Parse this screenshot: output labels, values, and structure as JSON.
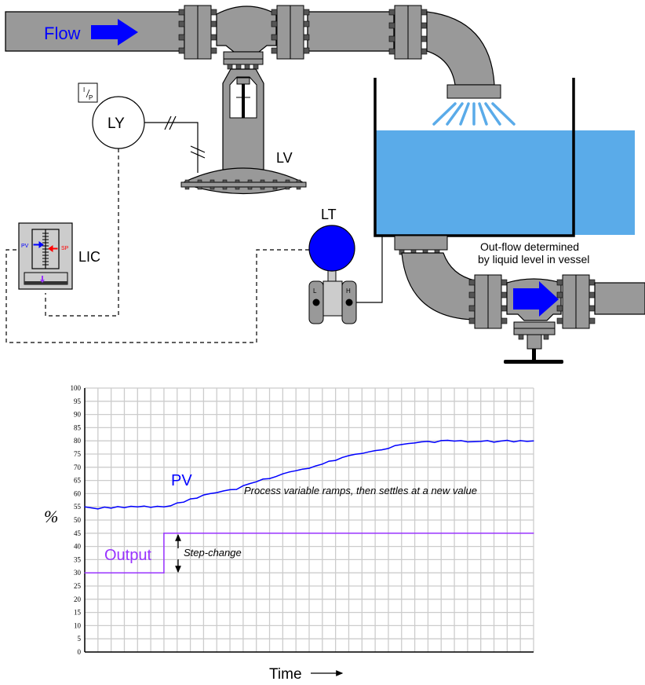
{
  "diagram": {
    "inflow_label": "Flow",
    "ip_converter_label": "I/P",
    "ip_converter_top": "I",
    "ip_converter_bottom": "P",
    "transducer_tag": "LY",
    "valve_tag": "LV",
    "transmitter_tag": "LT",
    "controller_tag": "LIC",
    "controller_pv_label": "PV",
    "controller_sp_label": "SP",
    "transmitter_low_port": "L",
    "transmitter_high_port": "H",
    "outflow_note_line1": "Out-flow determined",
    "outflow_note_line2": "by liquid level in vessel",
    "colors": {
      "pipe": "#999999",
      "liquid": "#5aabe9",
      "flow_arrow": "#0000ff",
      "transmitter": "#0000ff",
      "pv": "#0000ff",
      "sp": "#ff0000",
      "output": "#9933ff"
    }
  },
  "chart_data": {
    "type": "line",
    "title": "",
    "xlabel": "Time",
    "ylabel": "%",
    "xlim": [
      0,
      34
    ],
    "ylim": [
      0,
      100
    ],
    "yticks": [
      0,
      5,
      10,
      15,
      20,
      25,
      30,
      35,
      40,
      45,
      50,
      55,
      60,
      65,
      70,
      75,
      80,
      85,
      90,
      95,
      100
    ],
    "grid": true,
    "series": [
      {
        "name": "PV",
        "color": "#0000ff",
        "x": [
          0,
          0.5,
          1,
          1.5,
          2,
          2.5,
          3,
          3.5,
          4,
          4.5,
          5,
          5.5,
          6,
          6.5,
          7,
          7.5,
          8,
          8.5,
          9,
          9.5,
          10,
          10.5,
          11,
          11.5,
          12,
          12.5,
          13,
          13.5,
          14,
          14.5,
          15,
          15.5,
          16,
          16.5,
          17,
          17.5,
          18,
          18.5,
          19,
          19.5,
          20,
          20.5,
          21,
          21.5,
          22,
          22.5,
          23,
          23.5,
          24,
          24.5,
          25,
          25.5,
          26,
          26.5,
          27,
          27.5,
          28,
          28.5,
          29,
          29.5,
          30,
          30.5,
          31,
          31.5,
          32,
          32.5,
          33,
          33.5,
          34
        ],
        "values": [
          55,
          54.6,
          54.2,
          54.9,
          54.5,
          55.1,
          54.7,
          55.2,
          55,
          55.3,
          54.8,
          55.2,
          55,
          55.4,
          56.5,
          56.8,
          58,
          58.3,
          59.5,
          60,
          60.4,
          61,
          61.5,
          61.6,
          63,
          63.8,
          64.5,
          65.5,
          65.7,
          66.5,
          67.5,
          68.2,
          68.7,
          69.3,
          69.6,
          70.5,
          71.2,
          72.3,
          72.6,
          73.7,
          74.4,
          74.9,
          75.2,
          75.8,
          76.3,
          76.6,
          77.1,
          78.2,
          78.6,
          79,
          79.2,
          79.6,
          79.8,
          79.4,
          80.1,
          80.2,
          79.9,
          80.1,
          79.6,
          79.7,
          79.8,
          80.1,
          79.5,
          79.9,
          80.2,
          79.6,
          80.1,
          79.8,
          80
        ]
      },
      {
        "name": "Output",
        "color": "#9933ff",
        "x": [
          0,
          6,
          6,
          34
        ],
        "values": [
          30,
          30,
          45,
          45
        ]
      }
    ],
    "annotations": [
      {
        "text": "PV",
        "near_series": "PV"
      },
      {
        "text": "Output",
        "near_series": "Output"
      },
      {
        "text": "Process variable ramps, then settles at a new value"
      },
      {
        "text": "Step-change",
        "x": 6,
        "from": 30,
        "to": 45
      }
    ]
  }
}
